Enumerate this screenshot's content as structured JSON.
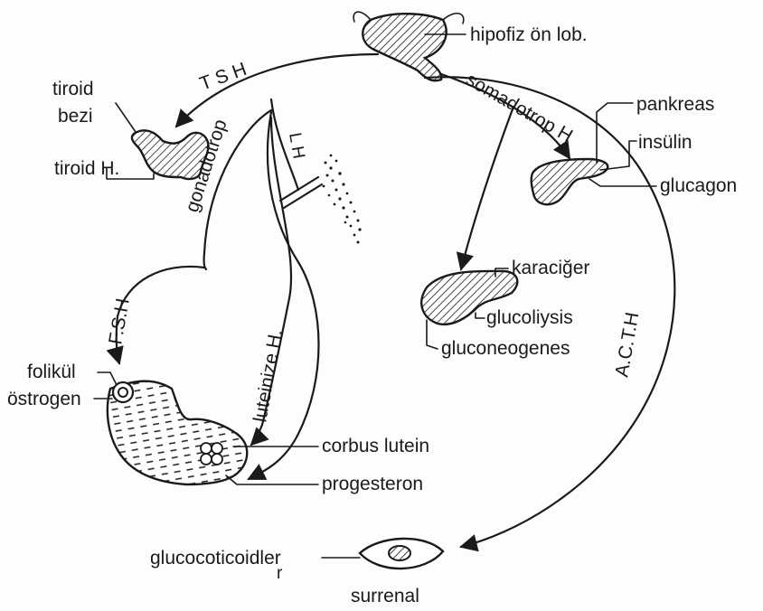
{
  "labels": {
    "pituitary": "hipofiz ön lob.",
    "tsh": "T S H",
    "thyroid_gland_1": "tiroid",
    "thyroid_gland_2": "bezi",
    "thyroid_hormone": "tiroid H.",
    "gonadotrop": "gonadotrop",
    "lh": "L H",
    "somatotrop": "somadotrop H",
    "pancreas": "pankreas",
    "insulin": "insülin",
    "glucagon": "glucagon",
    "liver": "karaciğer",
    "glycolysis": "glucoliysis",
    "gluconeogenesis": "gluconeogenes",
    "fsh": "F.S.H",
    "luteinizing": "luteinize H.",
    "acth": "A.C.T.H",
    "follicle": "folikül",
    "estrogen": "östrogen",
    "corpus_luteum": "corbus lutein",
    "progesterone": "progesteron",
    "glucocorticoids": "glucocoticoidler",
    "glucocorticoids_note": "r",
    "adrenal": "surrenal"
  },
  "colors": {
    "ink": "#1a1a1a",
    "paper": "#fdfdfb"
  }
}
